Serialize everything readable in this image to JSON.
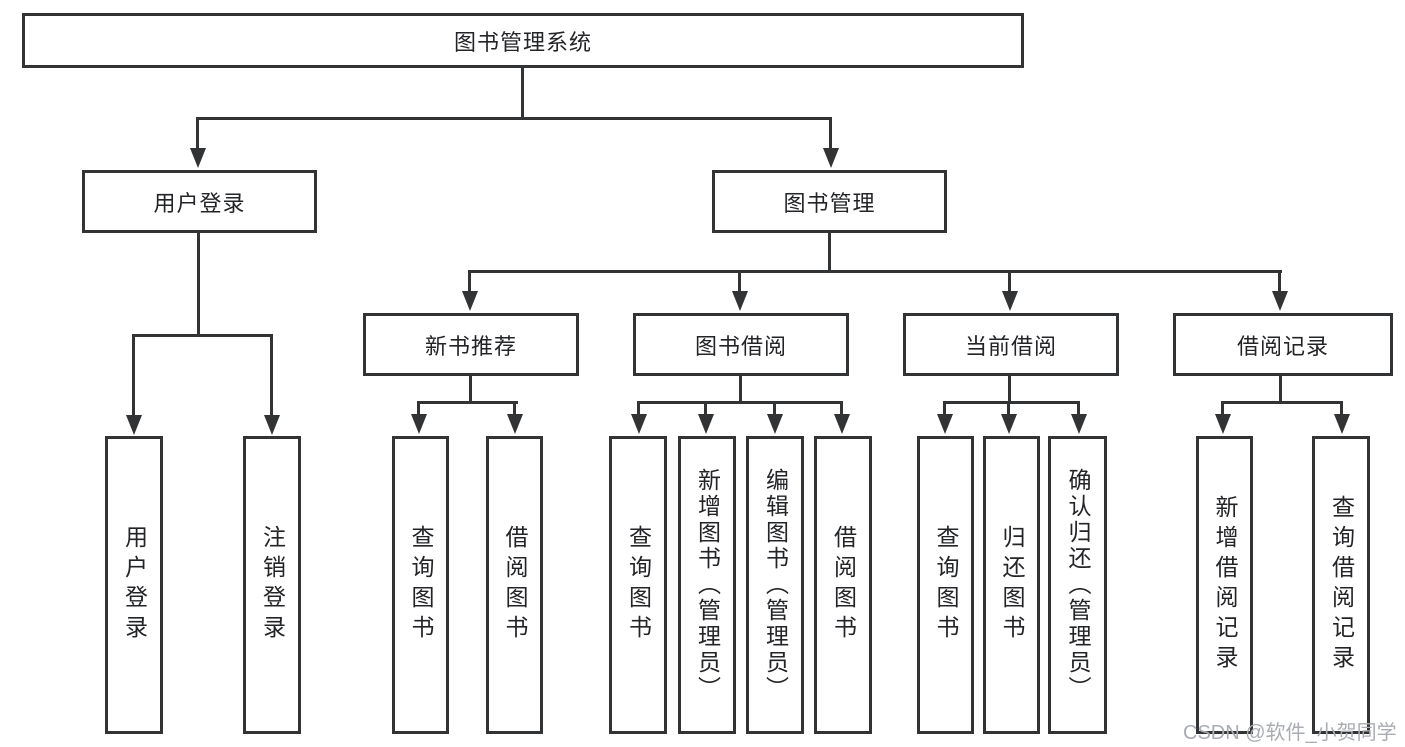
{
  "diagram_title": "图书管理系统",
  "colors": {
    "line": "#323335",
    "text": "#232427",
    "watermark": "#a9adb2",
    "background": "#ffffff"
  },
  "nodes": {
    "root": "图书管理系统",
    "level2": [
      "用户登录",
      "图书管理"
    ],
    "level3": [
      "新书推荐",
      "图书借阅",
      "当前借阅",
      "借阅记录"
    ],
    "leaves": [
      "用户登录",
      "注销登录",
      "查询图书",
      "借阅图书",
      "查询图书",
      "新增图书（管理员）",
      "编辑图书（管理员）",
      "借阅图书",
      "查询图书",
      "归还图书",
      "确认归还（管理员）",
      "新增借阅记录",
      "查询借阅记录"
    ]
  },
  "watermark": "CSDN @软件_小贺同学"
}
